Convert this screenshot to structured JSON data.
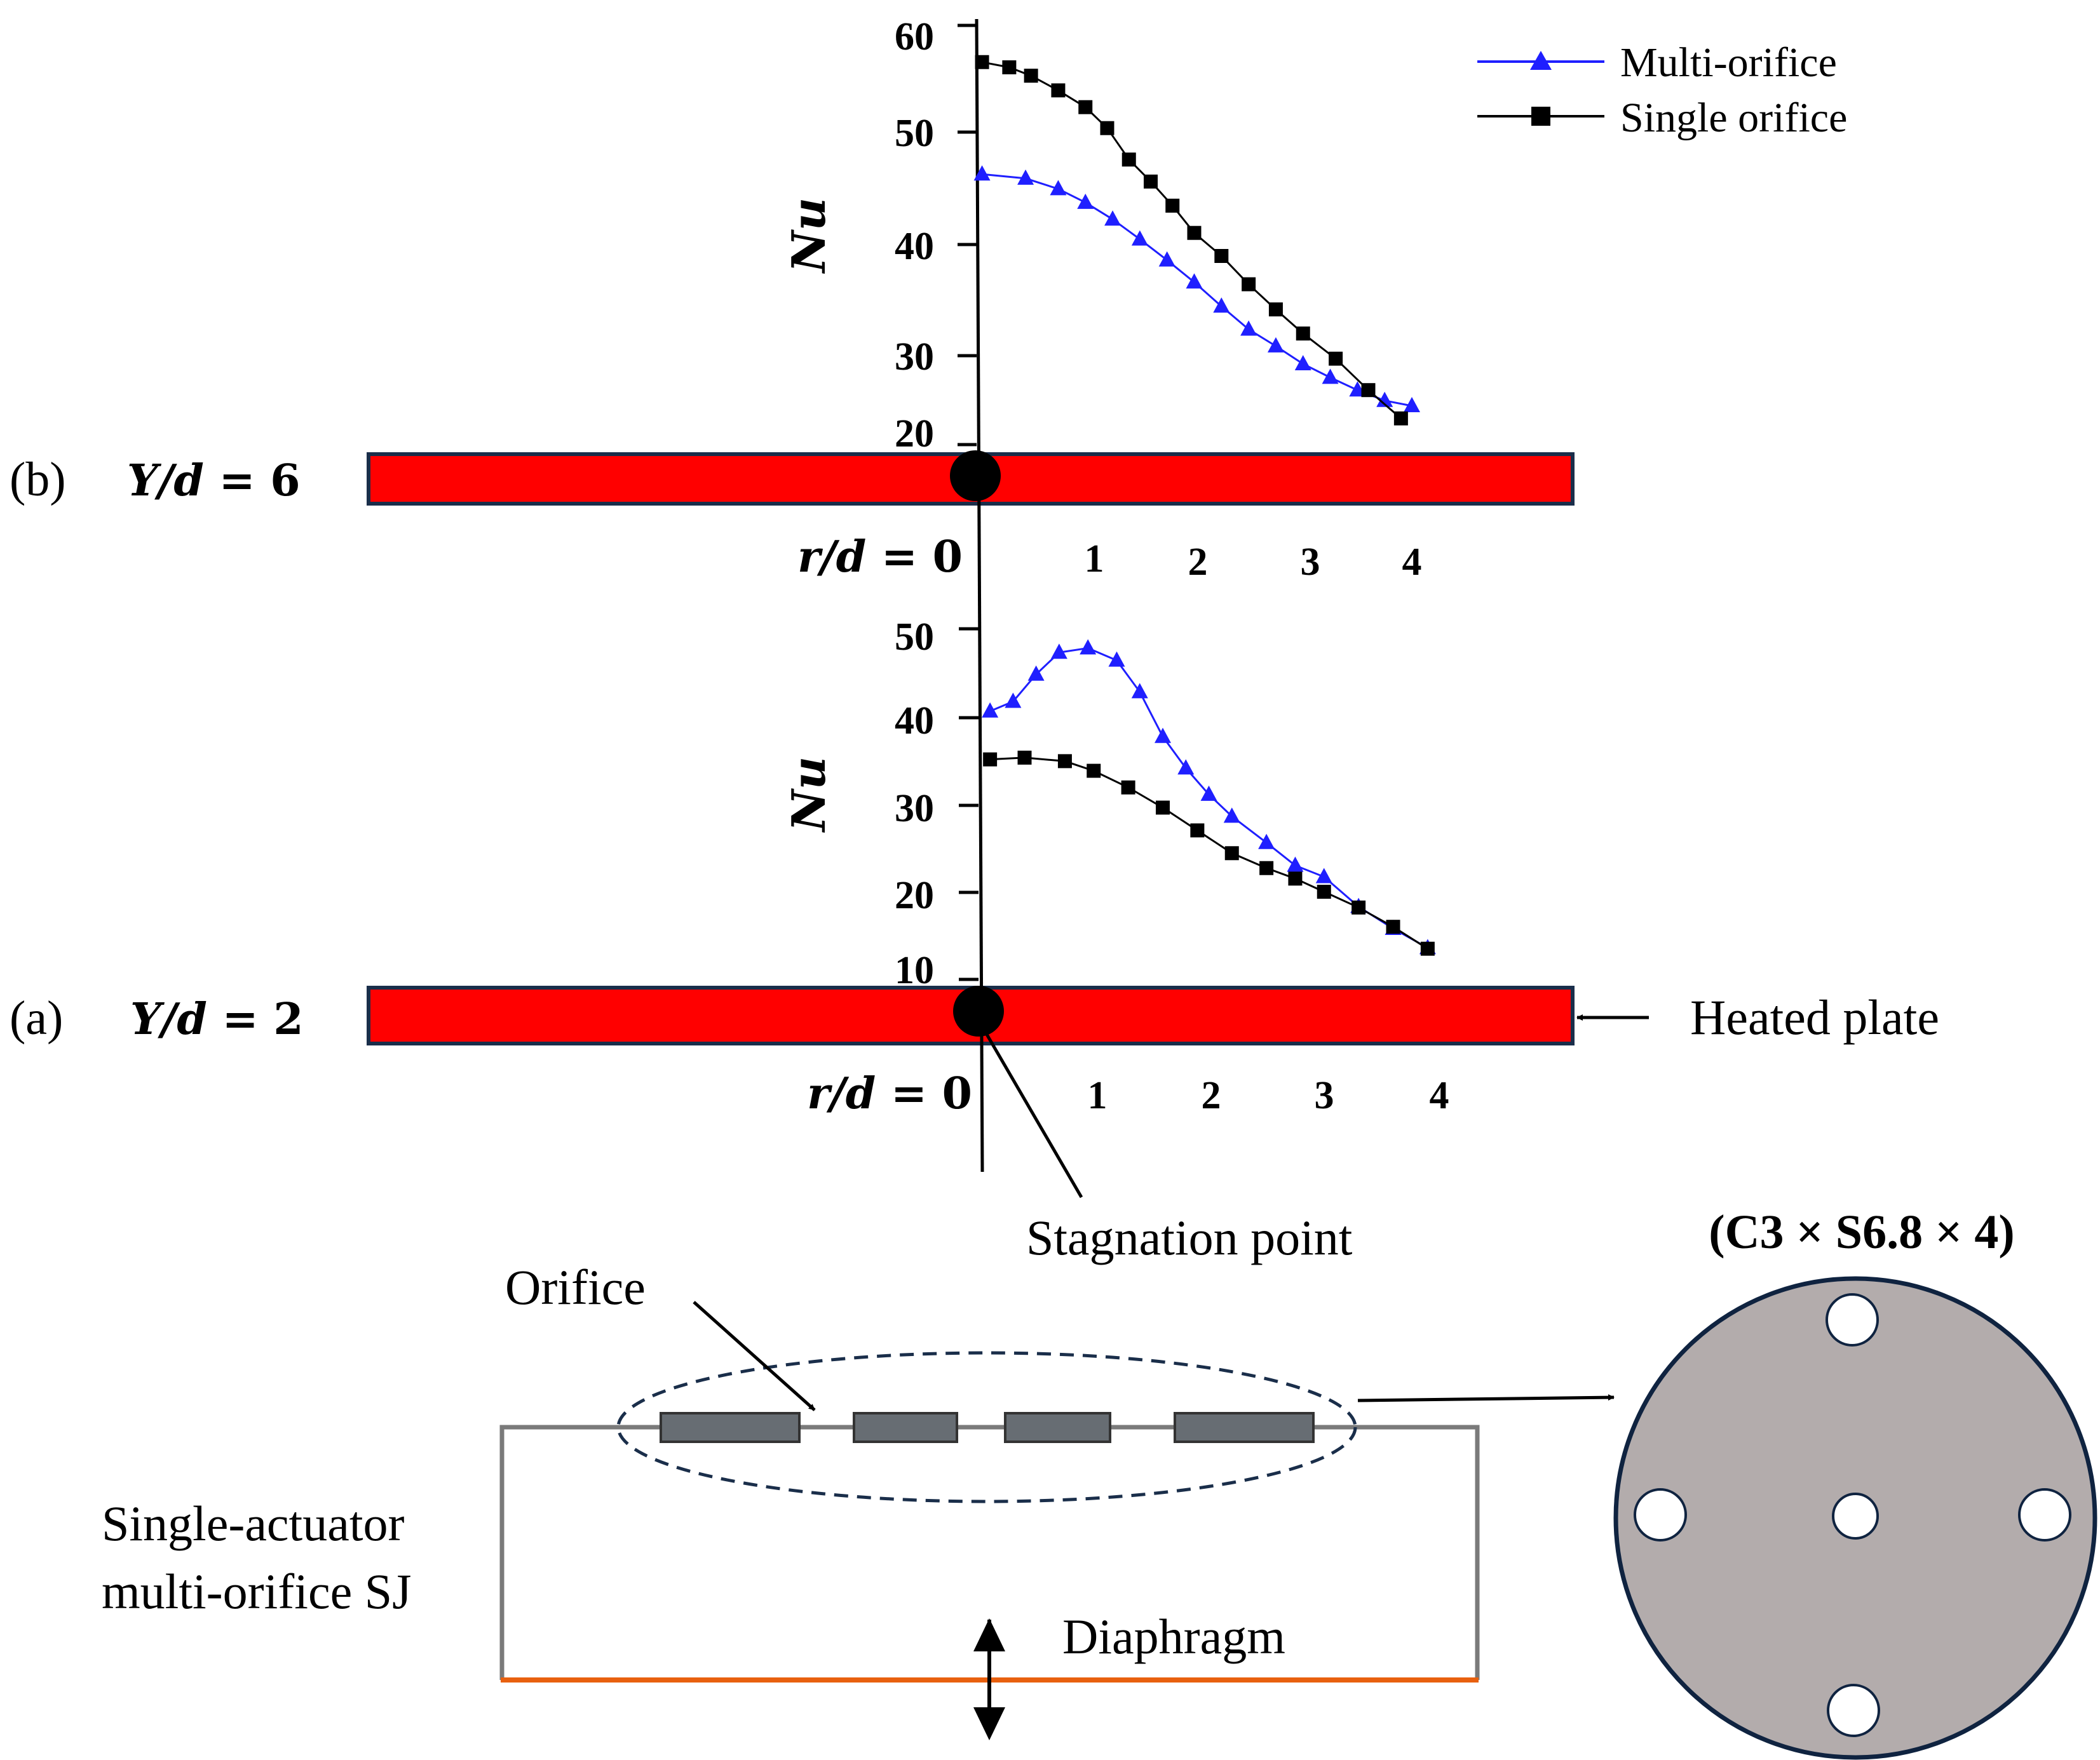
{
  "legend": {
    "multi": "Multi-orifice",
    "single": "Single orifice"
  },
  "panel_b": {
    "tag": "(b)",
    "eq_var": "Y/d",
    "eq_val": " = 6"
  },
  "panel_a": {
    "tag": "(a)",
    "eq_var": "Y/d",
    "eq_val": " = 2"
  },
  "axis": {
    "ylabel": "Nu",
    "xlabel_var": "r/d",
    "xlabel_val": " = 0"
  },
  "labels": {
    "heated_plate": "Heated plate",
    "stagnation_point": "Stagnation point",
    "orifice": "Orifice",
    "actuator_line1": "Single-actuator",
    "actuator_line2": "multi-orifice SJ",
    "diaphragm": "Diaphragm",
    "config": "(C3 × S6.8 × 4)"
  },
  "colors": {
    "multi": "#1f1fff",
    "single": "#000000",
    "plate": "#ff0000",
    "plate_border": "#1a2e4a",
    "diaphragm": "#e8600f",
    "orifice_fill": "#676d73",
    "disk": "#b3acac",
    "disk_border": "#0f2340"
  },
  "chart_data": [
    {
      "type": "line",
      "panel": "(b) Y/d = 6",
      "xlabel": "r/d",
      "ylabel": "Nu",
      "xticks": [
        1,
        2,
        3,
        4
      ],
      "yticks": [
        20,
        30,
        40,
        50,
        60
      ],
      "ylim": [
        20,
        60
      ],
      "series": [
        {
          "name": "Multi-orifice",
          "marker": "triangle",
          "x": [
            0.05,
            0.45,
            0.75,
            1.0,
            1.25,
            1.5,
            1.75,
            2.0,
            2.25,
            2.5,
            2.75,
            3.0,
            3.25,
            3.5,
            3.75,
            4.0
          ],
          "y": [
            45.8,
            45.4,
            44.4,
            43.1,
            41.5,
            39.6,
            37.6,
            35.5,
            33.2,
            31.0,
            29.4,
            27.7,
            26.4,
            25.2,
            24.2,
            23.7
          ]
        },
        {
          "name": "Single orifice",
          "marker": "square",
          "x": [
            0.05,
            0.3,
            0.5,
            0.75,
            1.0,
            1.2,
            1.4,
            1.6,
            1.8,
            2.0,
            2.25,
            2.5,
            2.75,
            3.0,
            3.3,
            3.6,
            3.9
          ],
          "y": [
            56.5,
            56.0,
            55.2,
            53.8,
            52.2,
            50.2,
            47.2,
            45.1,
            42.8,
            40.2,
            38.0,
            35.3,
            32.9,
            30.6,
            28.2,
            25.2,
            22.5
          ]
        }
      ]
    },
    {
      "type": "line",
      "panel": "(a) Y/d = 2",
      "xlabel": "r/d",
      "ylabel": "Nu",
      "xticks": [
        1,
        2,
        3,
        4
      ],
      "yticks": [
        10,
        20,
        30,
        40,
        50
      ],
      "ylim": [
        10,
        50
      ],
      "series": [
        {
          "name": "Multi-orifice",
          "marker": "triangle",
          "x": [
            0.1,
            0.3,
            0.5,
            0.7,
            0.95,
            1.2,
            1.4,
            1.6,
            1.8,
            2.0,
            2.2,
            2.5,
            2.75,
            3.0,
            3.3,
            3.6,
            3.9
          ],
          "y": [
            40.6,
            41.7,
            44.8,
            47.3,
            47.8,
            46.4,
            42.8,
            37.7,
            34.1,
            31.1,
            28.6,
            25.6,
            23.0,
            21.7,
            18.3,
            15.8,
            13.6
          ]
        },
        {
          "name": "Single orifice",
          "marker": "square",
          "x": [
            0.1,
            0.4,
            0.75,
            1.0,
            1.3,
            1.6,
            1.9,
            2.2,
            2.5,
            2.75,
            3.0,
            3.3,
            3.6,
            3.9
          ],
          "y": [
            35.1,
            35.3,
            34.9,
            33.8,
            31.9,
            29.6,
            27.0,
            24.4,
            22.7,
            21.5,
            20.0,
            18.2,
            16.0,
            13.5
          ]
        }
      ]
    }
  ]
}
